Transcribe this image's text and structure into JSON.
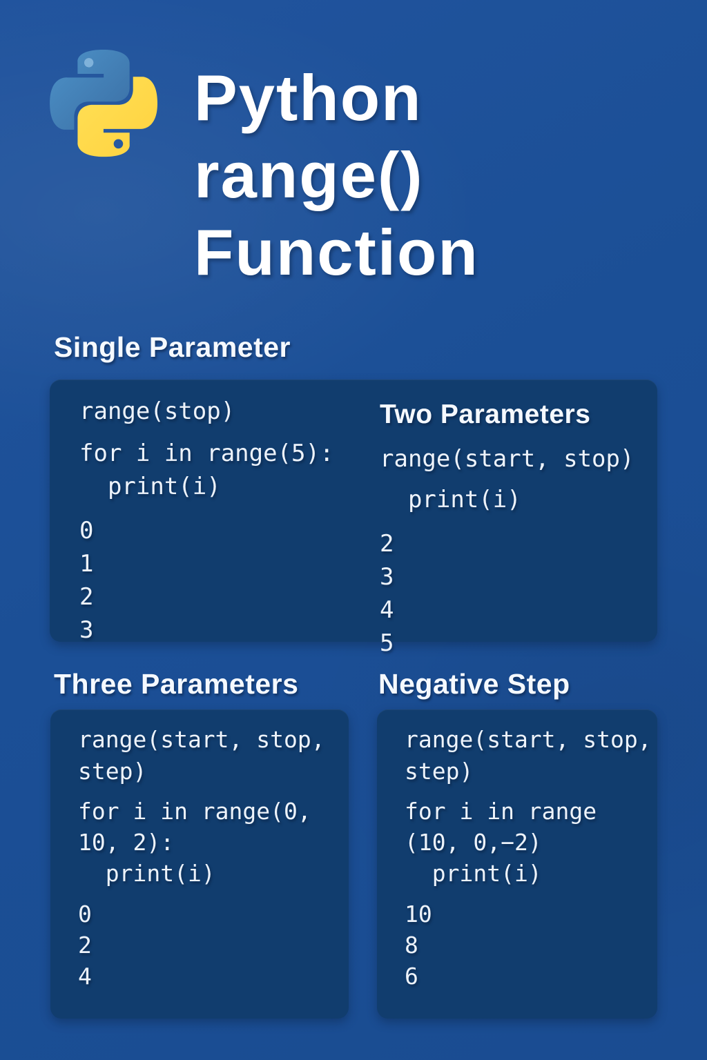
{
  "header": {
    "logo_icon": "python-logo",
    "title_lines": [
      "Python",
      "range()",
      "Function"
    ]
  },
  "colors": {
    "background": "#1b4f96",
    "card": "#113d6e",
    "heading_text": "#f5f9ff",
    "code_text": "#edf3fb",
    "logo_blue": "#4287bd",
    "logo_yellow": "#ffd94b"
  },
  "sections": {
    "single": {
      "heading": "Single Parameter",
      "signature": "range(stop)",
      "code_lines": [
        "for i in range(5):",
        "  print(i)"
      ],
      "output_lines": [
        "0",
        "1",
        "2",
        "3"
      ]
    },
    "two": {
      "heading": "Two Parameters",
      "signature": "range(start, stop)",
      "code_lines": [
        "  print(i)"
      ],
      "output_lines": [
        "2",
        "3",
        "4",
        "5"
      ]
    },
    "three": {
      "heading": "Three Parameters",
      "signature_lines": [
        "range(start, stop,",
        "step)"
      ],
      "code_lines": [
        "for i in range(0,",
        "10, 2):",
        "  print(i)"
      ],
      "output_lines": [
        "0",
        "2",
        "4"
      ]
    },
    "negative": {
      "heading": "Negative Step",
      "signature_lines": [
        "range(start, stop,",
        "step)"
      ],
      "code_lines": [
        "for i in range",
        "(10, 0,−2)",
        "  print(i)"
      ],
      "output_lines": [
        "10",
        "8",
        "6"
      ]
    }
  }
}
